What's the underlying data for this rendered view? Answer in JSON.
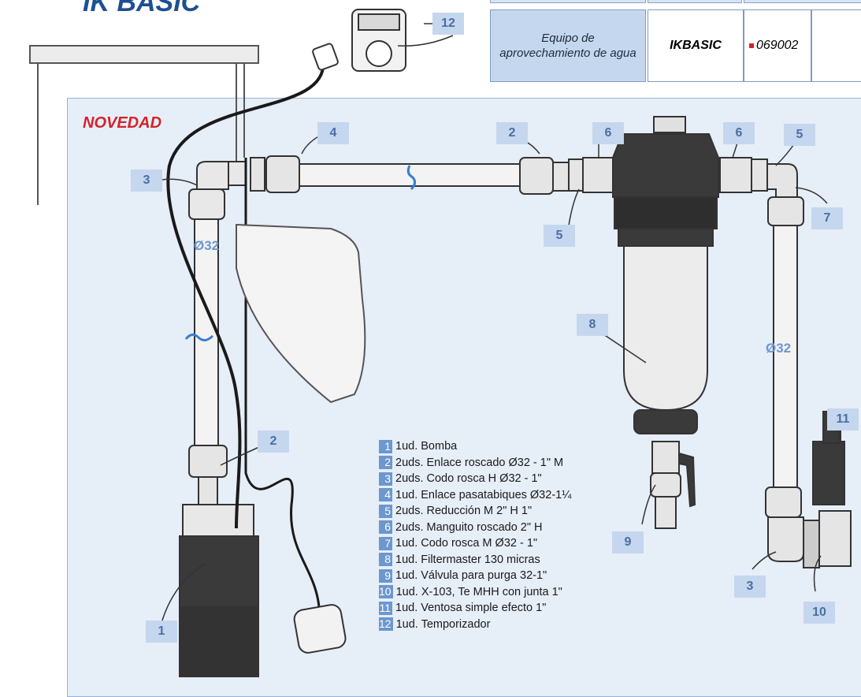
{
  "title": "IK BASIC",
  "header": {
    "description": "Equipo de aprovechamiento de agua",
    "model": "IKBASIC",
    "code": "069002",
    "code_marker_color": "#d3232a"
  },
  "badge": "NOVEDAD",
  "diameter_labels": [
    "Ø32",
    "Ø32"
  ],
  "callouts": [
    "1",
    "2",
    "2",
    "3",
    "3",
    "4",
    "5",
    "5",
    "6",
    "6",
    "7",
    "8",
    "9",
    "10",
    "11",
    "12"
  ],
  "legend": [
    {
      "num": "1",
      "text": "1ud. Bomba"
    },
    {
      "num": "2",
      "text": "2uds. Enlace roscado Ø32 - 1\" M"
    },
    {
      "num": "3",
      "text": "2uds. Codo rosca H Ø32 - 1\""
    },
    {
      "num": "4",
      "text": "1ud. Enlace pasatabiques Ø32-1¼"
    },
    {
      "num": "5",
      "text": "2uds. Reducción M 2\" H 1\""
    },
    {
      "num": "6",
      "text": "2uds. Manguito roscado 2\" H"
    },
    {
      "num": "7",
      "text": "1ud. Codo rosca M Ø32 - 1\""
    },
    {
      "num": "8",
      "text": "1ud. Filtermaster 130 micras"
    },
    {
      "num": "9",
      "text": "1ud. Válvula para purga 32-1\""
    },
    {
      "num": "10",
      "text": "1ud. X-103, Te MHH con junta 1\""
    },
    {
      "num": "11",
      "text": "1ud. Ventosa simple efecto 1\""
    },
    {
      "num": "12",
      "text": "1ud. Temporizador"
    }
  ],
  "colors": {
    "accent": "#1f4f93",
    "callout_bg": "#c5d7ee",
    "callout_text": "#4a6fa3",
    "legend_num_bg": "#6c97cf",
    "panel_bg": "#e6eef8"
  }
}
